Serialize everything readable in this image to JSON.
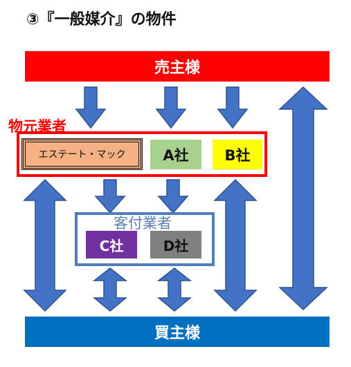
{
  "title": "③『一般媒介』の物件",
  "seller": {
    "label": "売主様",
    "color": "#ff0000"
  },
  "buyer": {
    "label": "買主様",
    "color": "#0070c0"
  },
  "moto_group": {
    "label": "物元業者",
    "color": "#ff0000",
    "companies": [
      {
        "label": "エステート・マック",
        "color": "#f4b183"
      },
      {
        "label": "A社",
        "color": "#a9d18e"
      },
      {
        "label": "B社",
        "color": "#ffff00"
      }
    ]
  },
  "kyaku_group": {
    "label": "客付業者",
    "color": "#4f7ebd",
    "companies": [
      {
        "label": "C社",
        "color": "#7030a0"
      },
      {
        "label": "D社",
        "color": "#808080"
      }
    ]
  },
  "arrow_color": "#4472c4"
}
